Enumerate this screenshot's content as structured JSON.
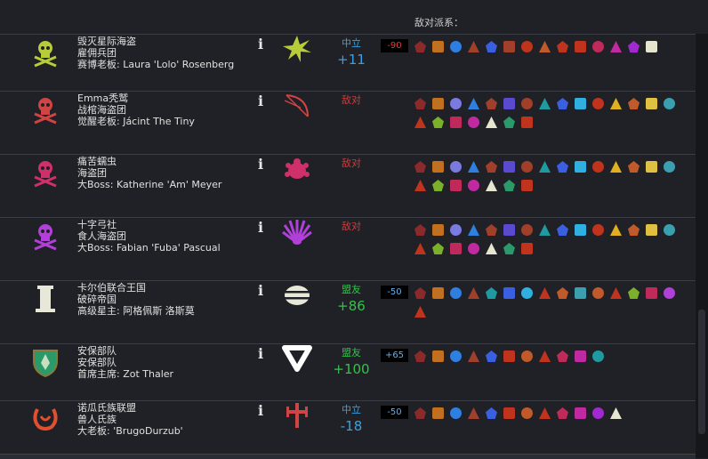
{
  "header": {
    "hostile_factions_label": "敌对派系："
  },
  "colors": {
    "neutral": "#3aa0e0",
    "hostile": "#d23a3a",
    "ally": "#33c24a",
    "badge_red": "#e03c3c",
    "badge_blue": "#67b0e6"
  },
  "factions": [
    {
      "name": "毁灭星际海盗",
      "type": "雇佣兵团",
      "leader": "赛博老板: Laura 'Lolo' Rosenberg",
      "icon": "pirate-skull-icon",
      "icon_color": "#b8cc3a",
      "symbol": "star-burst-icon",
      "symbol_color": "#b8cc3a",
      "status": "中立",
      "status_kind": "neutral",
      "relation": "+11",
      "goodwill": "-90",
      "goodwill_kind": "red",
      "enemy_colors": [
        "#8a2a2a",
        "#c0701e",
        "#2f7fe0",
        "#a0402a",
        "#3a5fe0",
        "#a0402a",
        "#c0341e",
        "#c05a2a",
        "#c0341e",
        "#c0341e",
        "#c02a5a",
        "#c02aa0",
        "#a02ad0",
        "#e6e6d0"
      ]
    },
    {
      "name": "Emma秃鹫",
      "type": "战棺海盗团",
      "leader": "觉醒老板: Jácint The Tiny",
      "icon": "pirate-skull-icon",
      "icon_color": "#d04444",
      "symbol": "bow-icon",
      "symbol_color": "#d04444",
      "status": "敌对",
      "status_kind": "hostile",
      "relation": "",
      "goodwill": "",
      "goodwill_kind": "none",
      "enemy_colors": [
        "#8a2a2a",
        "#c0701e",
        "#7a7ae0",
        "#2f7fe0",
        "#a0402a",
        "#5a4ad0",
        "#a0402a",
        "#1e9aa0",
        "#3a5fe0",
        "#2fb0e0",
        "#c0341e",
        "#e0b020",
        "#c05a2a",
        "#e0c040",
        "#3aa0b0",
        "#c0341e",
        "#7ab02a",
        "#c02a5a",
        "#c02aa0",
        "#e6e6d0",
        "#2a9a6a",
        "#c0341e"
      ]
    },
    {
      "name": "痛苦蠕虫",
      "type": "海盗团",
      "leader": "大Boss: Katherine 'Am' Meyer",
      "icon": "pirate-skull-icon",
      "icon_color": "#d0306a",
      "symbol": "bug-icon",
      "symbol_color": "#d0306a",
      "status": "敌对",
      "status_kind": "hostile",
      "relation": "",
      "goodwill": "",
      "goodwill_kind": "none",
      "enemy_colors": [
        "#8a2a2a",
        "#c0701e",
        "#7a7ae0",
        "#2f7fe0",
        "#a0402a",
        "#5a4ad0",
        "#a0402a",
        "#1e9aa0",
        "#3a5fe0",
        "#2fb0e0",
        "#c0341e",
        "#e0b020",
        "#c05a2a",
        "#e0c040",
        "#3aa0b0",
        "#c0341e",
        "#7ab02a",
        "#c02a5a",
        "#c02aa0",
        "#e6e6d0",
        "#2a9a6a",
        "#c0341e"
      ]
    },
    {
      "name": "十字弓社",
      "type": "食人海盗团",
      "leader": "大Boss: Fabian 'Fuba' Pascual",
      "icon": "pirate-skull-icon",
      "icon_color": "#b040d8",
      "symbol": "shell-icon",
      "symbol_color": "#b040d8",
      "status": "敌对",
      "status_kind": "hostile",
      "relation": "",
      "goodwill": "",
      "goodwill_kind": "none",
      "enemy_colors": [
        "#8a2a2a",
        "#c0701e",
        "#7a7ae0",
        "#2f7fe0",
        "#a0402a",
        "#5a4ad0",
        "#a0402a",
        "#1e9aa0",
        "#3a5fe0",
        "#2fb0e0",
        "#c0341e",
        "#e0b020",
        "#c05a2a",
        "#e0c040",
        "#3aa0b0",
        "#c0341e",
        "#7ab02a",
        "#c02a5a",
        "#c02aa0",
        "#e6e6d0",
        "#2a9a6a",
        "#c0341e"
      ]
    },
    {
      "name": "卡尔伯联合王国",
      "type": "破碎帝国",
      "leader": "高级星主: 阿格佩斯 洛斯莫",
      "icon": "column-icon",
      "icon_color": "#e8e8d8",
      "symbol": "stripes-icon",
      "symbol_color": "#e8e8d8",
      "status": "盟友",
      "status_kind": "ally",
      "relation": "+86",
      "goodwill": "-50",
      "goodwill_kind": "blue",
      "enemy_colors": [
        "#8a2a2a",
        "#c0701e",
        "#2f7fe0",
        "#a0402a",
        "#1e9aa0",
        "#3a5fe0",
        "#2fb0e0",
        "#c0341e",
        "#c05a2a",
        "#3aa0b0",
        "#c05a2a",
        "#c0341e",
        "#7ab02a",
        "#c02a5a",
        "#b040d8",
        "#c0341e"
      ]
    },
    {
      "name": "安保部队",
      "type": "安保部队",
      "leader": "首席主席: Zot Thaler",
      "icon": "shield-icon",
      "icon_color": "#2a9a6a",
      "symbol": "triangle-icon",
      "symbol_color": "#ffffff",
      "status": "盟友",
      "status_kind": "ally",
      "relation": "+100",
      "goodwill": "+65",
      "goodwill_kind": "blue",
      "enemy_colors": [
        "#8a2a2a",
        "#c0701e",
        "#2f7fe0",
        "#a0402a",
        "#3a5fe0",
        "#c0341e",
        "#c05a2a",
        "#c0341e",
        "#c02a5a",
        "#c02aa0",
        "#1e9aa0"
      ]
    },
    {
      "name": "诺瓜氏族联盟",
      "type": "兽人氏族",
      "leader": "大老板: 'BrugoDurzub'",
      "icon": "tusk-icon",
      "icon_color": "#e05030",
      "symbol": "totem-icon",
      "symbol_color": "#d04444",
      "status": "中立",
      "status_kind": "neutral",
      "relation": "-18",
      "goodwill": "-50",
      "goodwill_kind": "blue",
      "enemy_colors": [
        "#8a2a2a",
        "#c0701e",
        "#2f7fe0",
        "#a0402a",
        "#3a5fe0",
        "#c0341e",
        "#c05a2a",
        "#c0341e",
        "#c02a5a",
        "#c02aa0",
        "#a02ad0",
        "#e6e6d0"
      ]
    }
  ]
}
